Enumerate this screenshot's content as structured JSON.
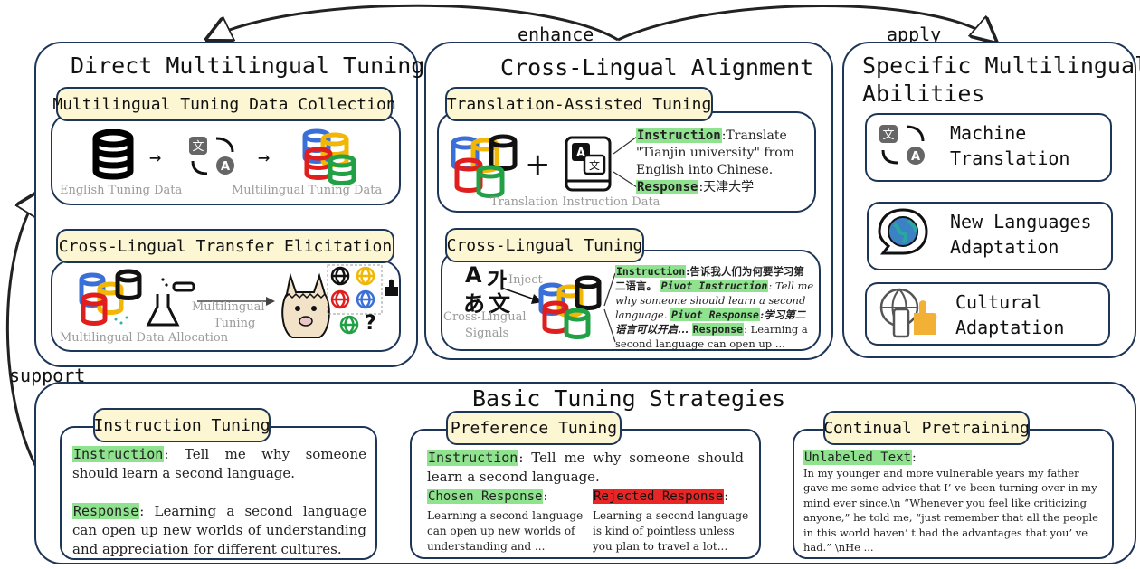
{
  "arrows": {
    "enhance": "enhance",
    "apply": "apply",
    "support": "support"
  },
  "direct": {
    "title": "Direct Multilingual Tuning",
    "collection": {
      "tab": "Multilingual Tuning Data Collection",
      "left_caption": "English Tuning Data",
      "right_caption": "Multilingual Tuning Data"
    },
    "transfer": {
      "tab": "Cross-Lingual Transfer Elicitation",
      "allocation_caption": "Multilingual Data Allocation",
      "tuning_caption_1": "Multilingual",
      "tuning_caption_2": "Tuning",
      "question": "?"
    }
  },
  "cross": {
    "title": "Cross-Lingual Alignment",
    "translation": {
      "tab": "Translation-Assisted Tuning",
      "plus": "+",
      "instruction_label": "Instruction",
      "instruction_text": ":Translate \"Tianjin university\" from English into Chinese.",
      "response_label": "Response",
      "response_text": ":天津大学",
      "caption": "Translation Instruction Data"
    },
    "tuning": {
      "tab": "Cross-Lingual Tuning",
      "glyph_a": "A",
      "glyph_ga": "가",
      "glyph_a_jp": "あ",
      "glyph_wen": "文",
      "inject": "Inject",
      "signals_1": "Cross-Lingual",
      "signals_2": "Signals",
      "instruction_label": "Instruction",
      "instruction_text": ":告诉我人们为何要学习第二语言。",
      "pivot_instruction_label": "Pivot Instruction",
      "pivot_instruction_text": ": Tell me why someone should learn a second language.",
      "pivot_response_label": "Pivot Response",
      "pivot_response_text": ":学习第二语言可以开启...",
      "response_label": "Response",
      "response_text": ": Learning a second language can open up ..."
    }
  },
  "specific": {
    "title_1": "Specific Multilingual",
    "title_2": "Abilities",
    "cards": [
      {
        "line1": "Machine",
        "line2": "Translation",
        "icon": "translate-icon"
      },
      {
        "line1": "New Languages",
        "line2": "Adaptation",
        "icon": "globe-chat-icon"
      },
      {
        "line1": "Cultural",
        "line2": "Adaptation",
        "icon": "culture-icon"
      }
    ]
  },
  "basic": {
    "title": "Basic Tuning Strategies",
    "instruction_tuning": {
      "tab": "Instruction Tuning",
      "instruction_label": "Instruction",
      "instruction_text": ": Tell me why someone should learn a second language.",
      "response_label": "Response",
      "response_text": ": Learning a second language can open up new worlds of understanding and appreciation for different cultures."
    },
    "preference_tuning": {
      "tab": "Preference Tuning",
      "instruction_label": "Instruction",
      "instruction_text": ": Tell me why someone should learn a second language.",
      "chosen_label": "Chosen Response",
      "chosen_suffix": ":",
      "chosen_text": "Learning a second language can open up new worlds of understanding and ...",
      "rejected_label": "Rejected Response",
      "rejected_suffix": ":",
      "rejected_text": "Learning a second language is kind of pointless unless you plan to travel a lot..."
    },
    "continual_pretraining": {
      "tab": "Continual Pretraining",
      "label": "Unlabeled Text",
      "label_suffix": ":",
      "text": "In my younger and more vulnerable years my father gave me some advice that I’ ve been turning over in my mind ever since.\\n “Whenever you feel like criticizing anyone,” he told me, “just remember that all the people in this world haven’ t had the advantages that you’ ve had.” \\nHe ..."
    }
  },
  "colors": {
    "border": "#1d3557",
    "tab_fill": "#fdf6d3",
    "highlight_green": "#8fe38f",
    "highlight_red": "#e82626",
    "caption_gray": "#9a9a9a"
  }
}
